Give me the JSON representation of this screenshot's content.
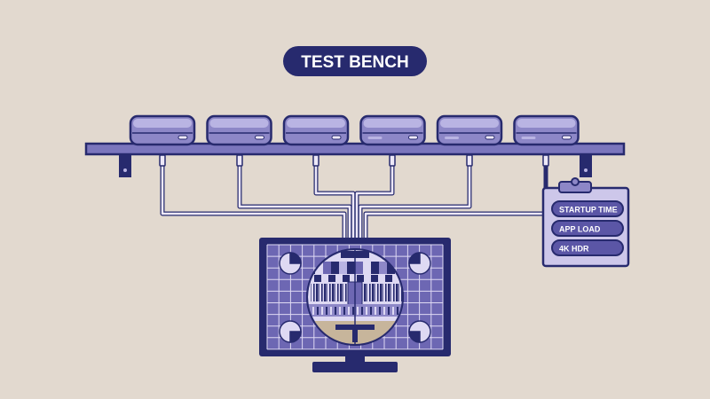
{
  "title": "TEST BENCH",
  "devices": [
    {
      "id": 1,
      "icon": "streaming-box-icon"
    },
    {
      "id": 2,
      "icon": "streaming-box-icon"
    },
    {
      "id": 3,
      "icon": "streaming-box-icon"
    },
    {
      "id": 4,
      "icon": "streaming-box-icon"
    },
    {
      "id": 5,
      "icon": "streaming-box-icon"
    },
    {
      "id": 6,
      "icon": "streaming-box-icon"
    }
  ],
  "clipboard": {
    "icon": "clipboard-icon",
    "items": [
      {
        "label": "STARTUP TIME"
      },
      {
        "label": "APP LOAD"
      },
      {
        "label": "4K HDR"
      }
    ]
  },
  "monitor": {
    "icon": "tv-test-pattern-icon"
  },
  "colors": {
    "background": "#e2d9cf",
    "navy": "#272a6e",
    "lavender": "#8d87c7",
    "lavender_light": "#b9b4e3",
    "cable": "#ede8f8",
    "tan": "#c7b59b"
  }
}
